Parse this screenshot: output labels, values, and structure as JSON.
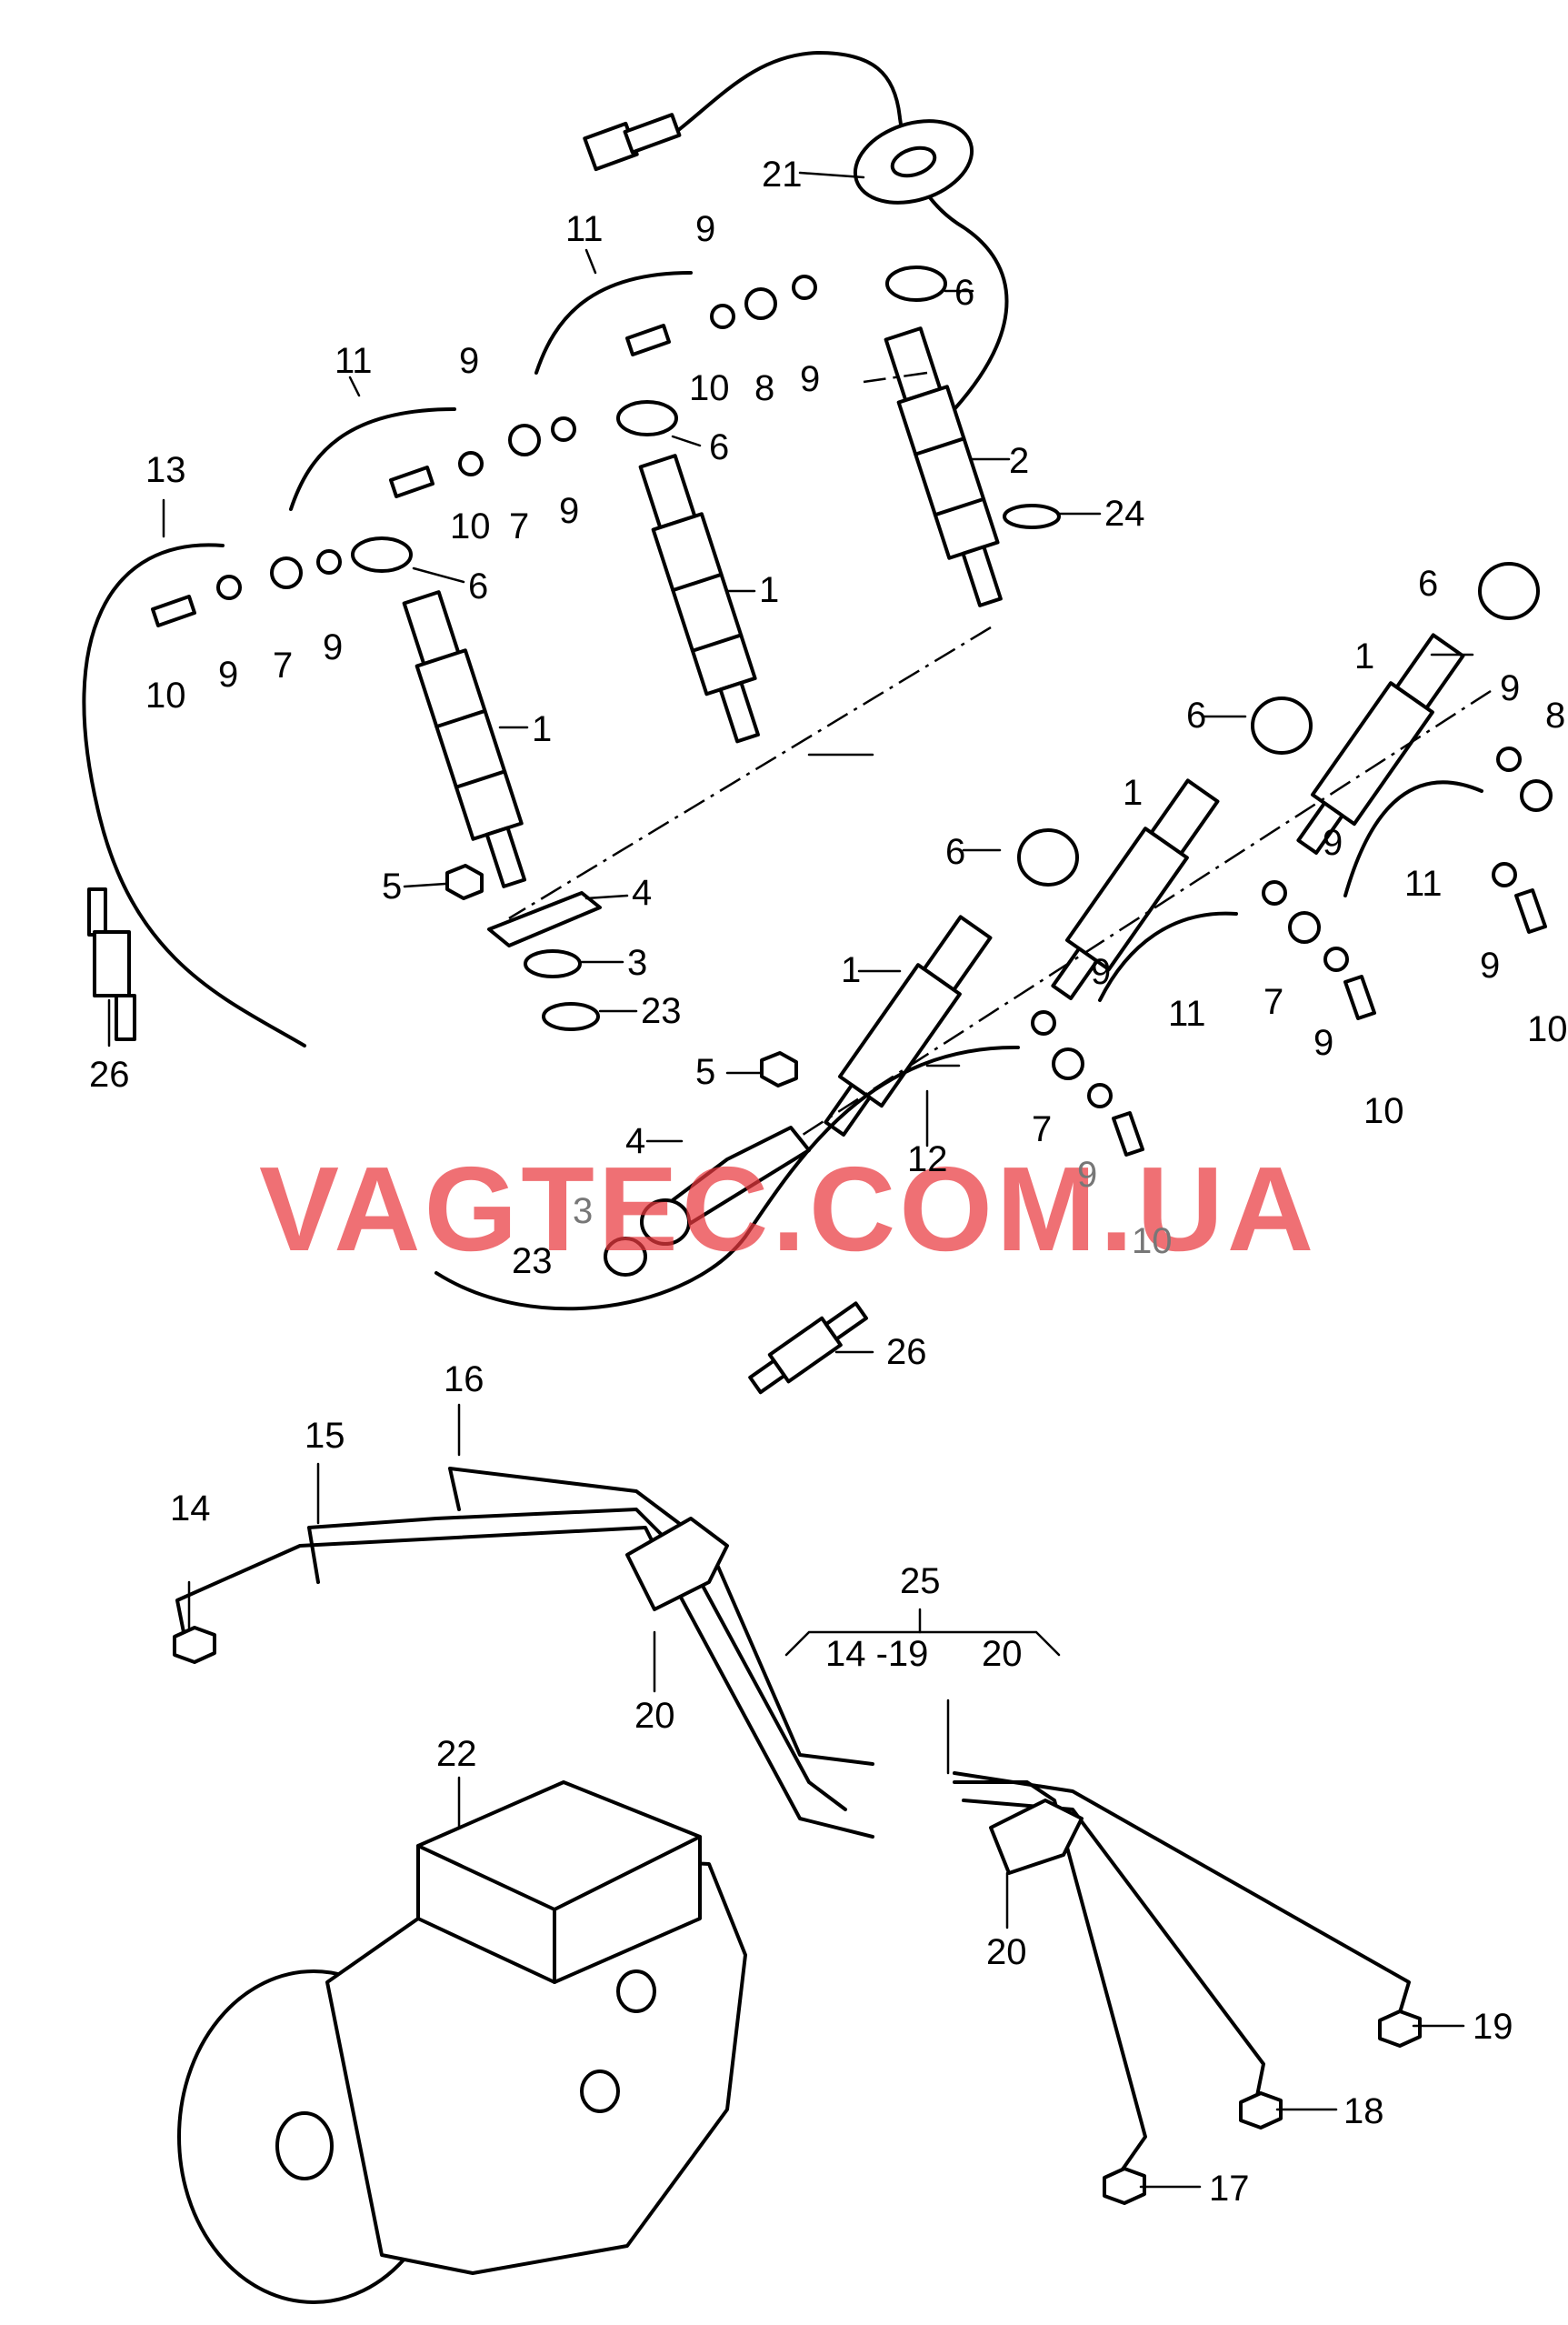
{
  "watermark": "VAGTEC.COM.UA",
  "group_labels": {
    "span_left": "14 -19",
    "span_right": "20",
    "group": "25"
  },
  "callouts": [
    "1",
    "2",
    "3",
    "4",
    "5",
    "6",
    "7",
    "8",
    "9",
    "10",
    "11",
    "12",
    "13",
    "14",
    "15",
    "16",
    "17",
    "18",
    "19",
    "20",
    "21",
    "22",
    "23",
    "24",
    "25",
    "26"
  ],
  "colors": {
    "line": "#000000",
    "watermark": "#e9393f",
    "faded_label": "#777777"
  }
}
